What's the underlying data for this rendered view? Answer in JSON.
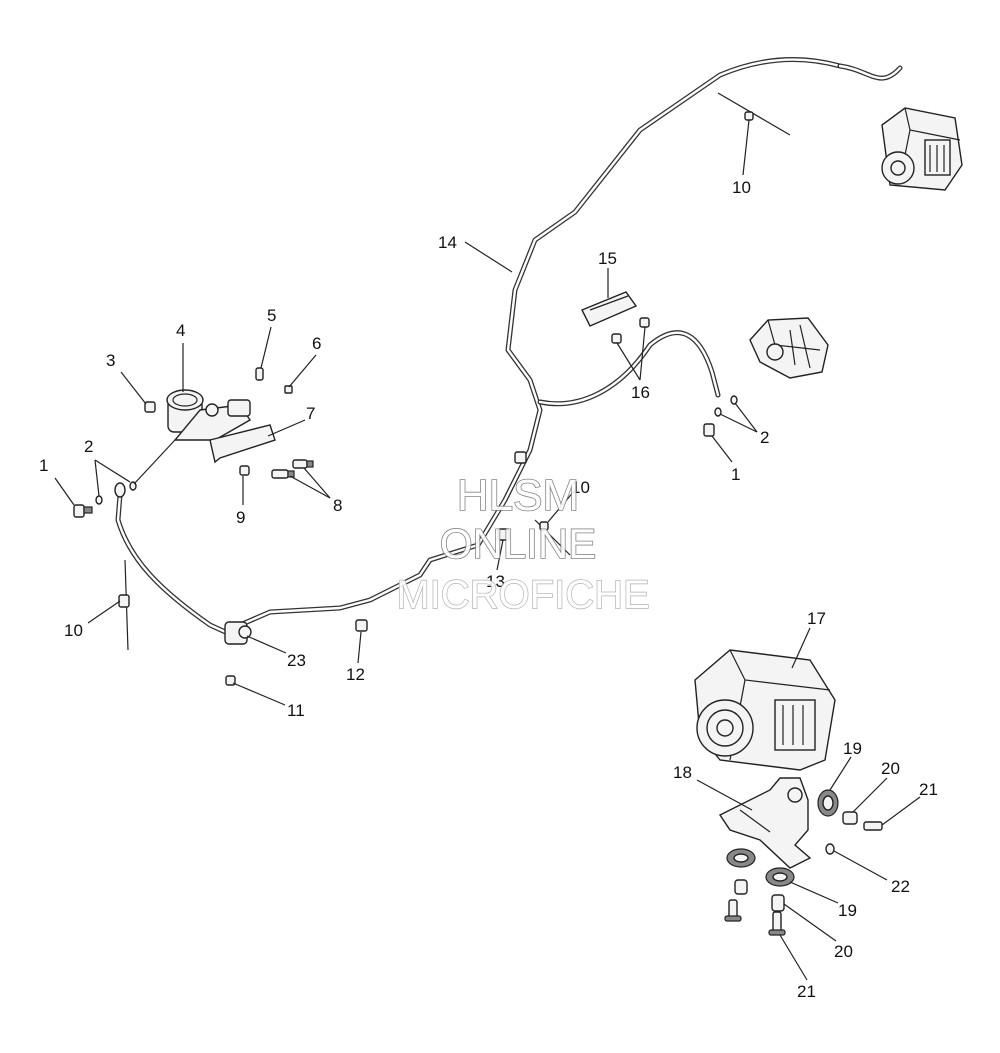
{
  "watermark": {
    "line1": "HLSM",
    "line2": "ONLINE",
    "line3": "MICROFICHE"
  },
  "callouts": {
    "c1a": "1",
    "c1b": "1",
    "c2a": "2",
    "c2b": "2",
    "c3": "3",
    "c4": "4",
    "c5": "5",
    "c6": "6",
    "c7": "7",
    "c8": "8",
    "c9": "9",
    "c10a": "10",
    "c10b": "10",
    "c10c": "10",
    "c11": "11",
    "c12": "12",
    "c13": "13",
    "c14": "14",
    "c15": "15",
    "c16": "16",
    "c17": "17",
    "c18": "18",
    "c19a": "19",
    "c19b": "19",
    "c20a": "20",
    "c20b": "20",
    "c21a": "21",
    "c21b": "21",
    "c22": "22",
    "c23": "23"
  }
}
